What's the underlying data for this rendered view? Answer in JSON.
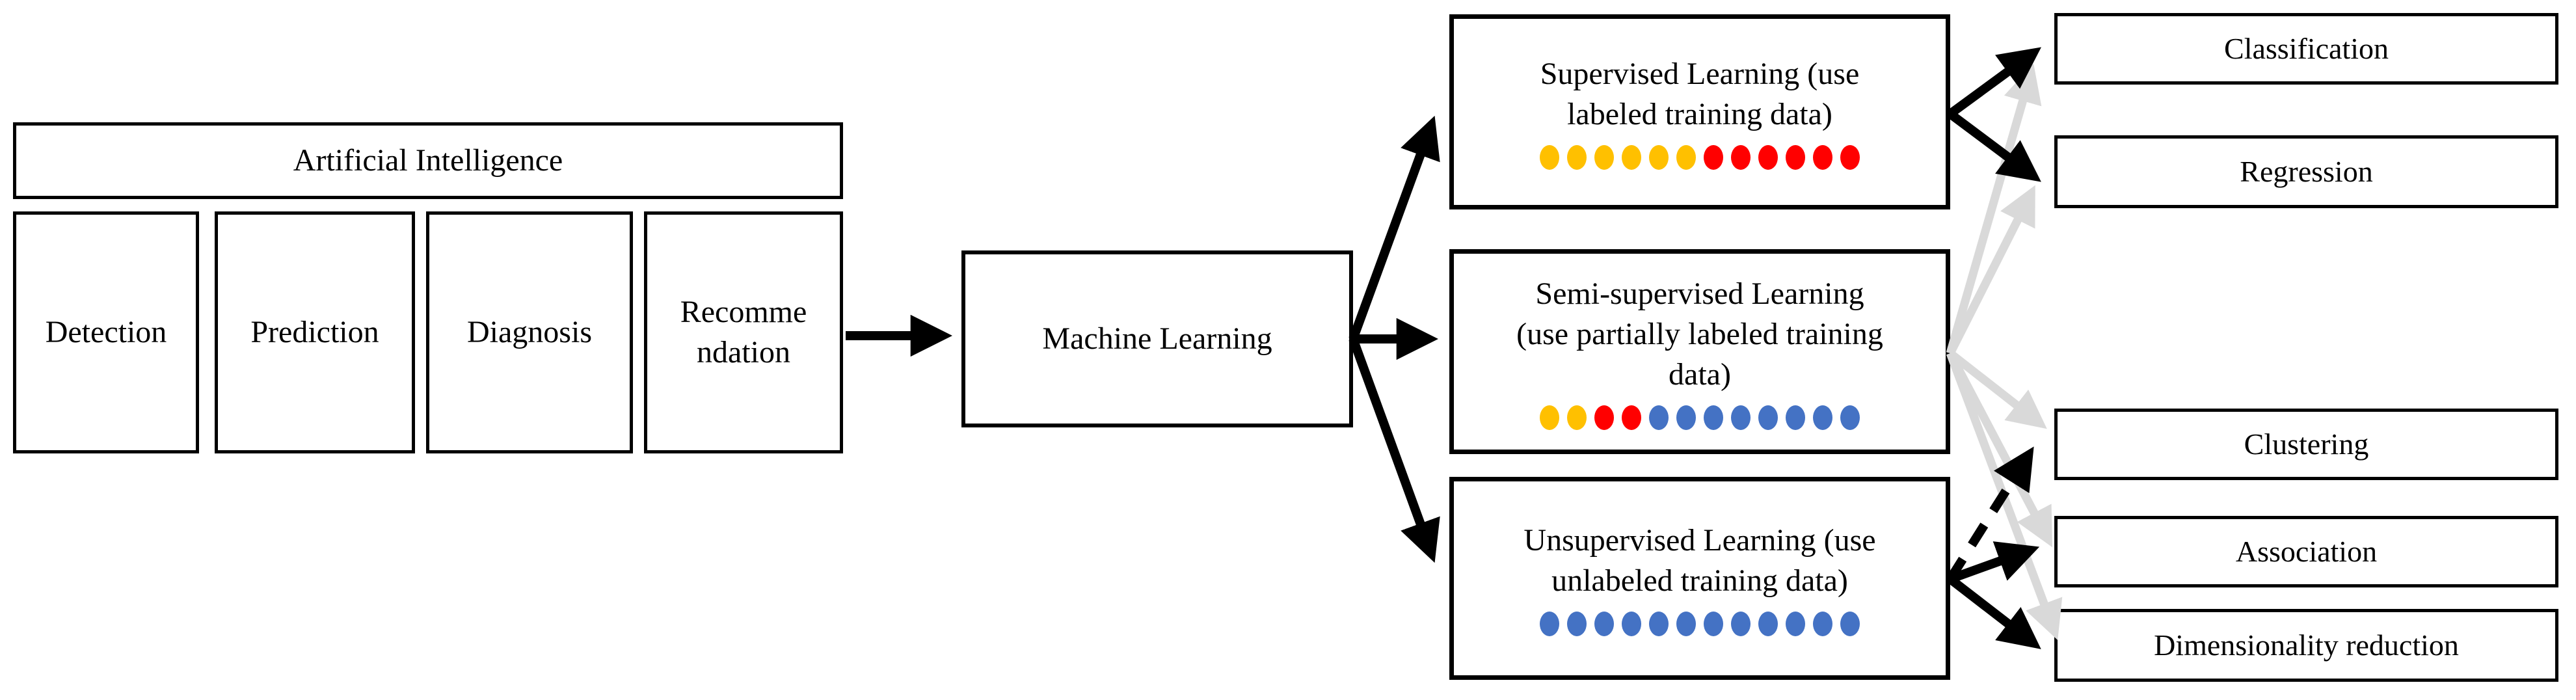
{
  "colors": {
    "black": "#000000",
    "gray": "#D9D9D9",
    "gold": "#FFC000",
    "red": "#FF0000",
    "blue": "#4472C4",
    "background": "#FFFFFF",
    "border": "#000000"
  },
  "nodes": {
    "artificial_intelligence": {
      "label": "Artificial Intelligence"
    },
    "detection": {
      "label": "Detection"
    },
    "prediction": {
      "label": "Prediction"
    },
    "diagnosis": {
      "label": "Diagnosis"
    },
    "recommendation": {
      "label": "Recommendation",
      "lines": [
        "Recomme",
        "ndation"
      ]
    },
    "machine_learning": {
      "label": "Machine Learning"
    },
    "supervised": {
      "label": "Supervised Learning (use labeled training data)",
      "lines": [
        "Supervised Learning (use",
        "labeled training data)"
      ],
      "dots": [
        "gold",
        "gold",
        "gold",
        "gold",
        "gold",
        "gold",
        "red",
        "red",
        "red",
        "red",
        "red",
        "red"
      ]
    },
    "semi_supervised": {
      "label": "Semi-supervised Learning (use partially labeled training data)",
      "lines": [
        "Semi-supervised Learning",
        "(use partially labeled training",
        "data)"
      ],
      "dots": [
        "gold",
        "gold",
        "red",
        "red",
        "blue",
        "blue",
        "blue",
        "blue",
        "blue",
        "blue",
        "blue",
        "blue"
      ]
    },
    "unsupervised": {
      "label": "Unsupervised Learning (use unlabeled training data)",
      "lines": [
        "Unsupervised Learning (use",
        "unlabeled training data)"
      ],
      "dots": [
        "blue",
        "blue",
        "blue",
        "blue",
        "blue",
        "blue",
        "blue",
        "blue",
        "blue",
        "blue",
        "blue",
        "blue"
      ]
    },
    "classification": {
      "label": "Classification"
    },
    "regression": {
      "label": "Regression"
    },
    "clustering": {
      "label": "Clustering"
    },
    "association": {
      "label": "Association"
    },
    "dimensionality_reduction": {
      "label": "Dimensionality reduction"
    }
  },
  "edges": [
    {
      "from": "recommendation",
      "to": "machine_learning",
      "color": "black",
      "style": "solid"
    },
    {
      "from": "machine_learning",
      "to": "supervised",
      "color": "black",
      "style": "solid"
    },
    {
      "from": "machine_learning",
      "to": "semi_supervised",
      "color": "black",
      "style": "solid"
    },
    {
      "from": "machine_learning",
      "to": "unsupervised",
      "color": "black",
      "style": "solid"
    },
    {
      "from": "supervised",
      "to": "classification",
      "color": "black",
      "style": "solid"
    },
    {
      "from": "supervised",
      "to": "regression",
      "color": "black",
      "style": "solid"
    },
    {
      "from": "semi_supervised",
      "to": "classification",
      "color": "gray",
      "style": "solid"
    },
    {
      "from": "semi_supervised",
      "to": "regression",
      "color": "gray",
      "style": "solid"
    },
    {
      "from": "semi_supervised",
      "to": "clustering",
      "color": "gray",
      "style": "solid"
    },
    {
      "from": "semi_supervised",
      "to": "association",
      "color": "gray",
      "style": "solid"
    },
    {
      "from": "semi_supervised",
      "to": "dimensionality_reduction",
      "color": "gray",
      "style": "solid"
    },
    {
      "from": "unsupervised",
      "to": "clustering",
      "color": "black",
      "style": "dashed"
    },
    {
      "from": "unsupervised",
      "to": "association",
      "color": "black",
      "style": "solid"
    },
    {
      "from": "unsupervised",
      "to": "dimensionality_reduction",
      "color": "black",
      "style": "solid"
    }
  ]
}
